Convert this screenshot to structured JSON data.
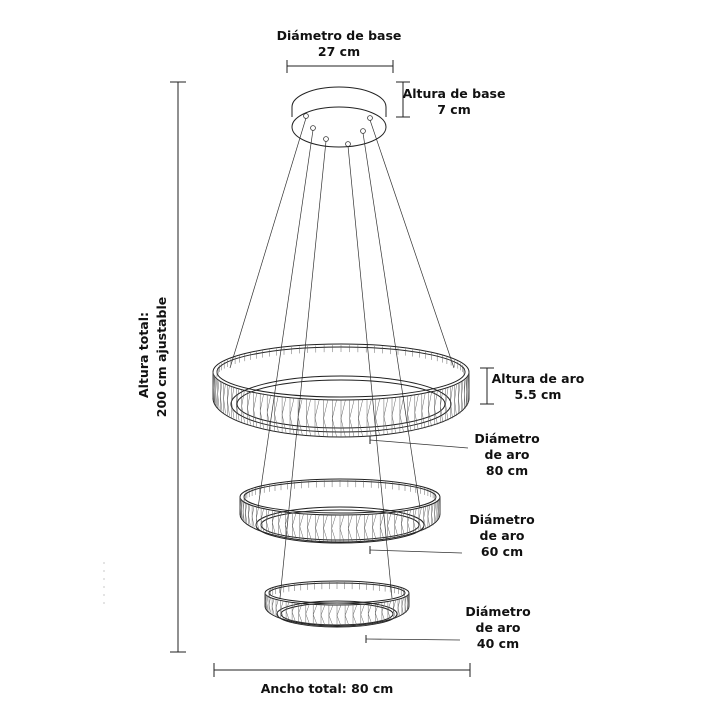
{
  "labels": {
    "base_diameter_title": "Diámetro de base",
    "base_diameter_value": "27 cm",
    "base_height_title": "Altura de base",
    "base_height_value": "7 cm",
    "total_height_line1": "Altura total:",
    "total_height_line2": "200 cm  ajustable",
    "ring_height_title": "Altura de aro",
    "ring_height_value": "5.5 cm",
    "ring_large_l1": "Diámetro",
    "ring_large_l2": "de aro",
    "ring_large_l3": "80 cm",
    "ring_mid_l1": "Diámetro",
    "ring_mid_l2": "de aro",
    "ring_mid_l3": "60 cm",
    "ring_small_l1": "Diámetro",
    "ring_small_l2": "de aro",
    "ring_small_l3": "40 cm",
    "total_width": "Ancho total: 80 cm"
  },
  "colors": {
    "ink": "#222222",
    "background": "#ffffff"
  }
}
